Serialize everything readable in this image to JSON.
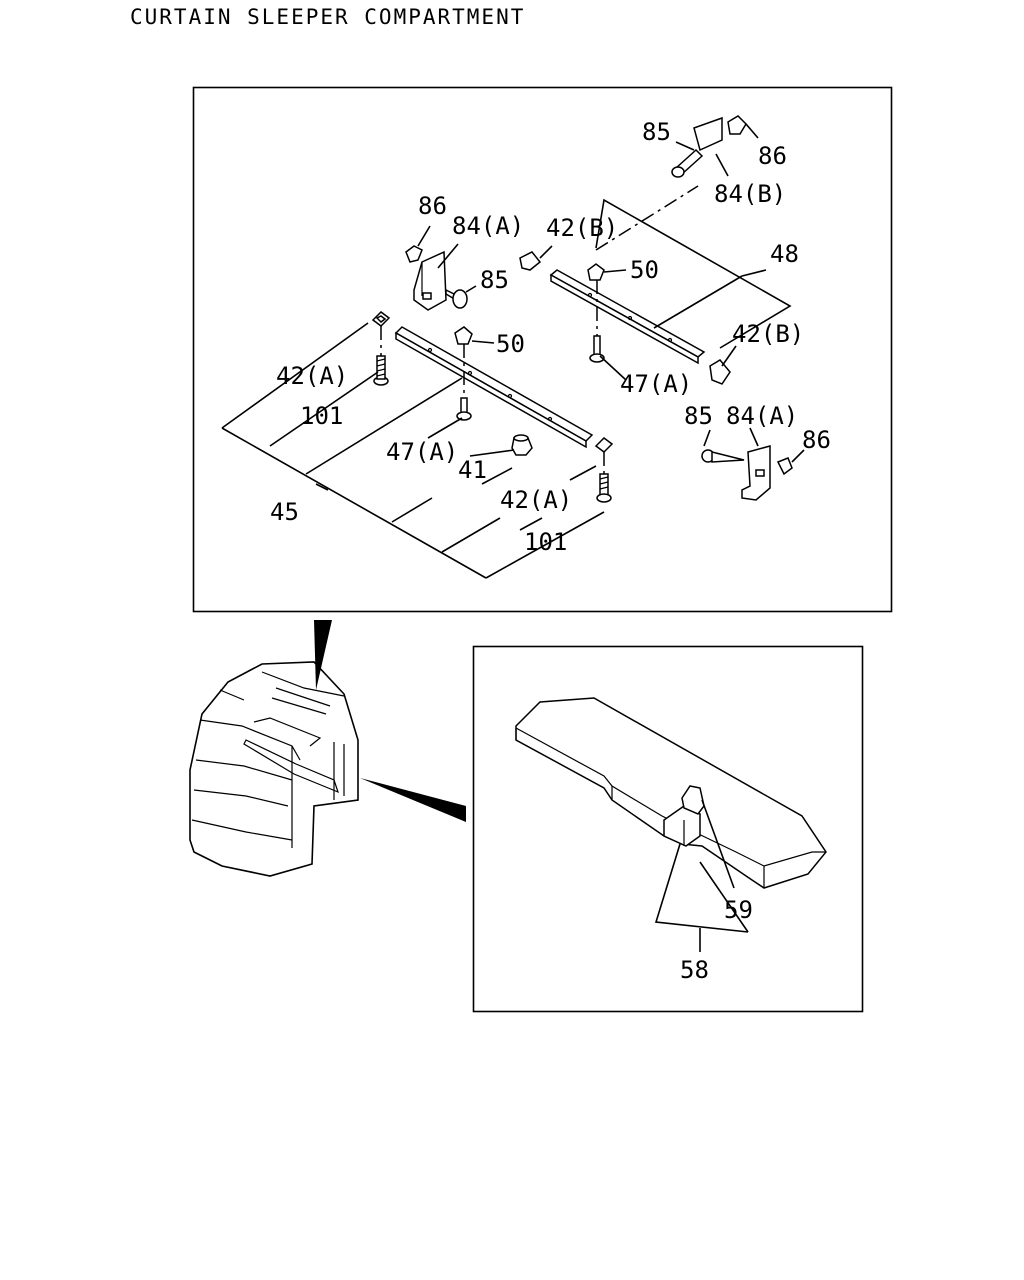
{
  "title": "CURTAIN SLEEPER COMPARTMENT",
  "callouts": {
    "c85_top": "85",
    "c86_top": "86",
    "c84b": "84(B)",
    "c86_left": "86",
    "c84a_left": "84(A)",
    "c85_left": "85",
    "c42b_top": "42(B)",
    "c50_right": "50",
    "c48": "48",
    "c42b_right": "42(B)",
    "c47a_right": "47(A)",
    "c42a_left": "42(A)",
    "c101_left": "101",
    "c50_left": "50",
    "c47a_left": "47(A)",
    "c41": "41",
    "c45": "45",
    "c42a_right": "42(A)",
    "c101_right": "101",
    "c85_right": "85",
    "c84a_right": "84(A)",
    "c86_right": "86",
    "c59": "59",
    "c58": "58"
  }
}
